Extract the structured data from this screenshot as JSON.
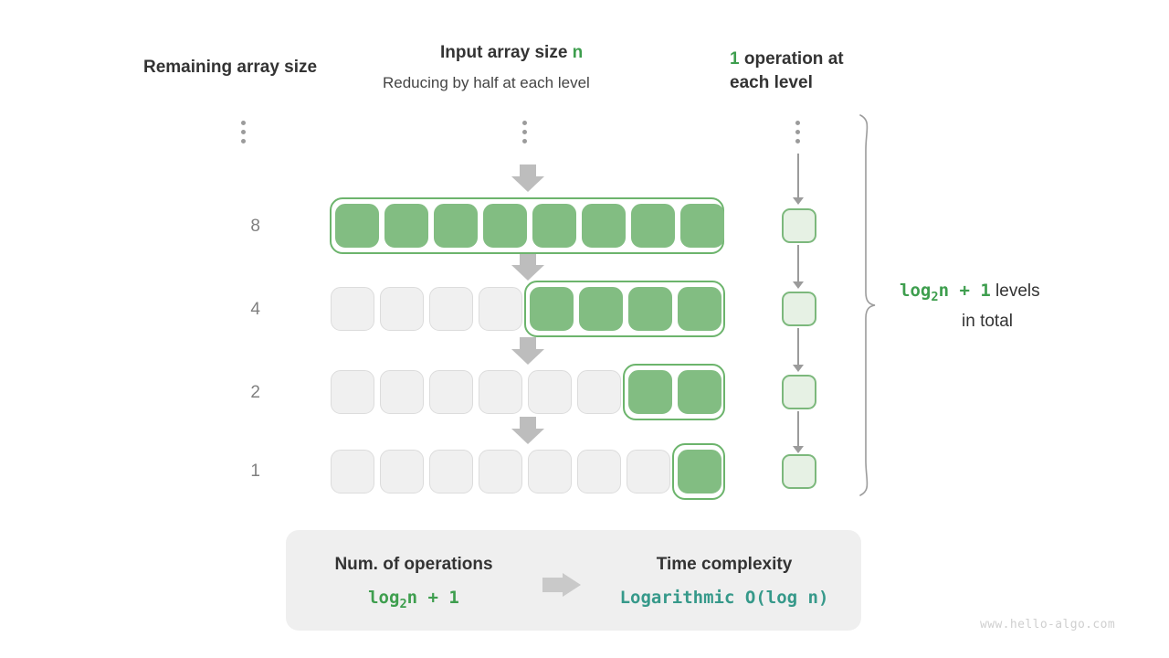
{
  "headers": {
    "left": "Remaining array size",
    "mid_title_prefix": "Input array size ",
    "mid_title_var": "n",
    "mid_subtitle": "Reducing by half at each level",
    "right_count": "1",
    "right_text": " operation at each level"
  },
  "levels": [
    {
      "label": "8",
      "total_cells": 8,
      "green_cells": 8,
      "green_start_index": 0
    },
    {
      "label": "4",
      "total_cells": 8,
      "green_cells": 4,
      "green_start_index": 4
    },
    {
      "label": "2",
      "total_cells": 8,
      "green_cells": 2,
      "green_start_index": 6
    },
    {
      "label": "1",
      "total_cells": 8,
      "green_cells": 1,
      "green_start_index": 7
    }
  ],
  "ellipsis": {
    "glyph": "vertical-ellipsis",
    "dot_count": 3
  },
  "annotation": {
    "formula": "log₂n + 1",
    "formula_base": "log",
    "formula_sub": "2",
    "formula_tail": "n + 1",
    "line1_tail": " levels",
    "line2": "in total"
  },
  "summary": {
    "left_title": "Num. of operations",
    "left_value_base": "log",
    "left_value_sub": "2",
    "left_value_tail": "n + 1",
    "right_title": "Time complexity",
    "right_value": "Logarithmic  O(log n)",
    "arrow": "right-arrow-icon"
  },
  "watermark": "www.hello-algo.com",
  "colors": {
    "green_accent": "#3e9e4e",
    "cell_green": "#82bd82",
    "cell_gray": "#f0f0f0",
    "cell_gray_border": "#dcdcdc",
    "outline_green": "#6cb46c",
    "opbox_fill": "#e6f1e4",
    "opbox_border": "#7cb87c",
    "arrow_gray": "#bdbdbd",
    "teal": "#36998a",
    "text_dark": "#333333",
    "label_gray": "#808080",
    "summary_bg": "#efefef",
    "watermark_gray": "#cfcfcf"
  }
}
